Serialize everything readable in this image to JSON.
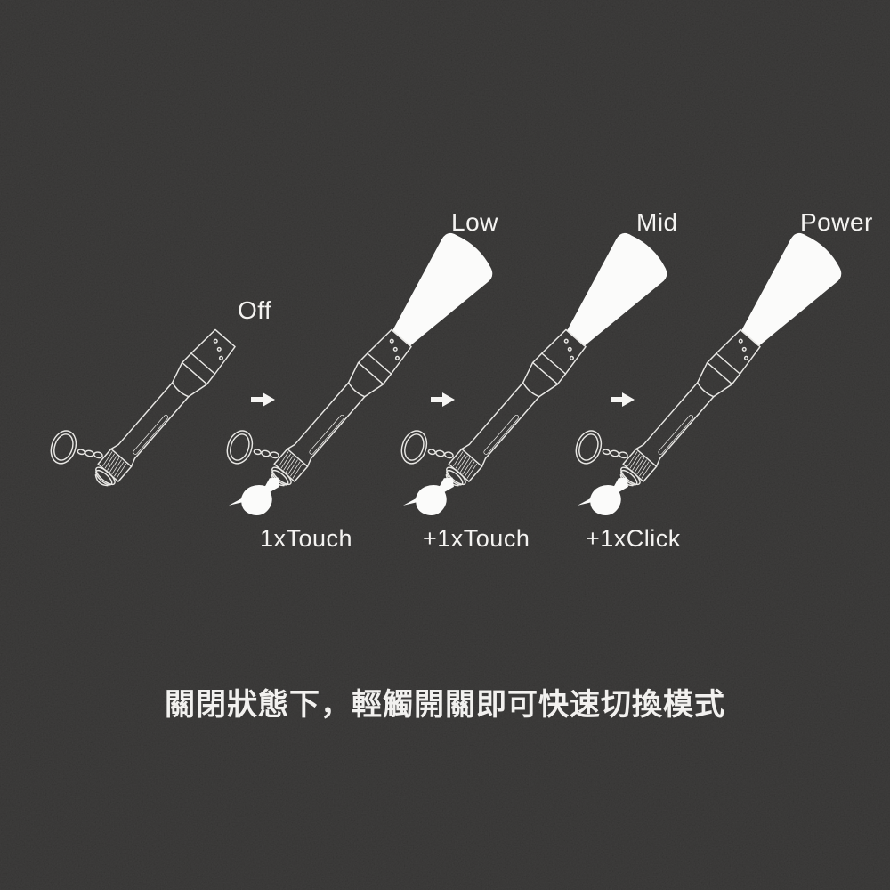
{
  "canvas": {
    "background_color": "#292826",
    "texture": "dark-grain-noise"
  },
  "colors": {
    "line_art": "#e8e7e4",
    "text": "#f4f3f1",
    "beam_fill": "#fbfbfa",
    "arrow_fill": "#f6f5f3"
  },
  "steps": [
    {
      "id": "off",
      "mode_label": "Off",
      "beam_on": false,
      "action_label": ""
    },
    {
      "id": "low",
      "mode_label": "Low",
      "beam_on": true,
      "action_label": "1xTouch"
    },
    {
      "id": "mid",
      "mode_label": "Mid",
      "beam_on": true,
      "action_label": "+1xTouch"
    },
    {
      "id": "power",
      "mode_label": "Power",
      "beam_on": true,
      "action_label": "+1xClick"
    }
  ],
  "caption": {
    "text": "關閉狀態下，輕觸開關即可快速切換模式"
  },
  "icons": {
    "flashlight": "flashlight-line-art",
    "keyring": "keyring-line-art",
    "beam": "light-beam-cone",
    "touch": "finger-touch",
    "arrow": "arrow-right"
  }
}
